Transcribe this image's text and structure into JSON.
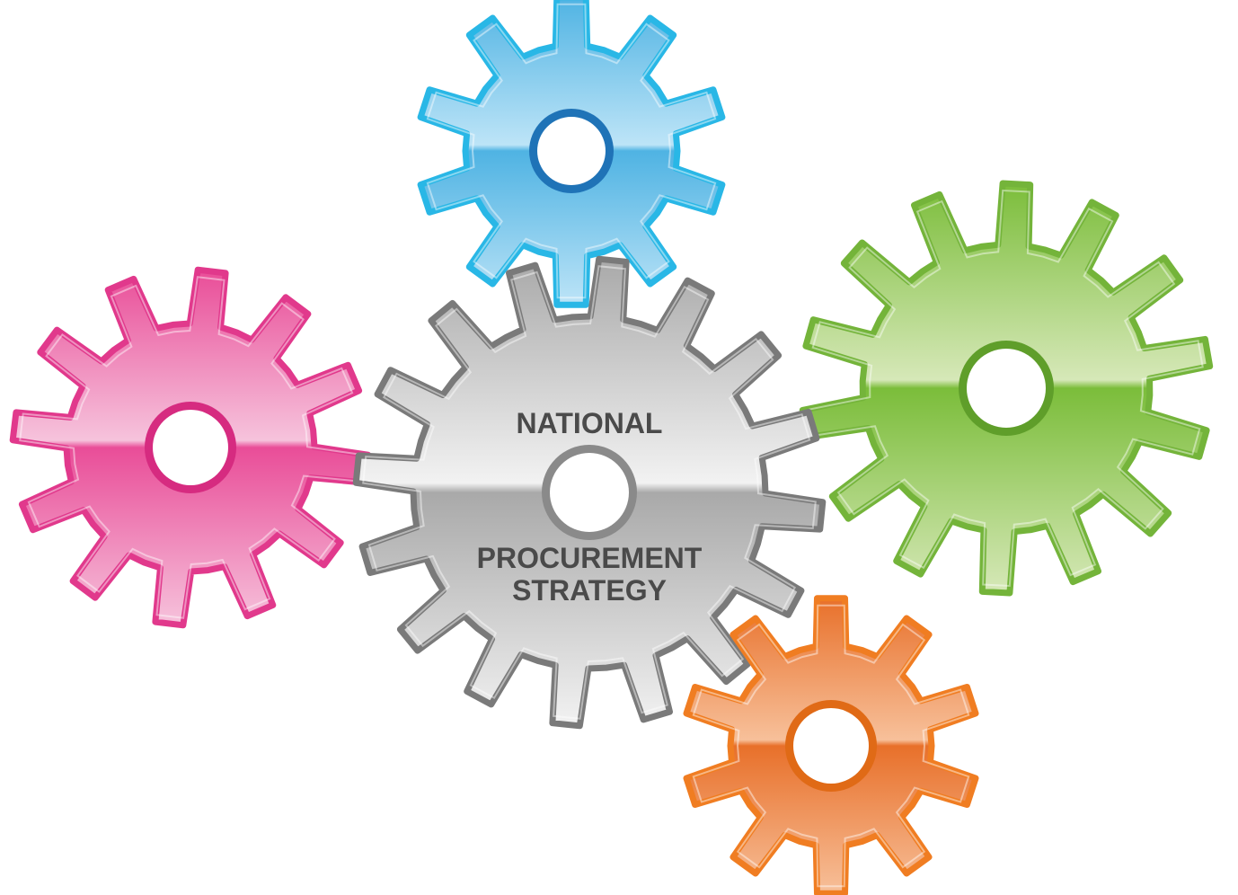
{
  "diagram": {
    "center_gear": {
      "line1": "NATIONAL",
      "line2": "PROCUREMENT",
      "line3": "STRATEGY",
      "teeth": 16,
      "colors": {
        "light": "#f2f2f2",
        "dark": "#a9a9a9",
        "stroke": "#7a7a7a"
      }
    },
    "gears": [
      {
        "name": "blue-gear",
        "teeth": 10,
        "colors": {
          "light": "#bde4f7",
          "dark": "#4fb3e3",
          "stroke": "#29b7e6",
          "hub": "#1f73b7"
        }
      },
      {
        "name": "pink-gear",
        "teeth": 12,
        "colors": {
          "light": "#f6c3dc",
          "dark": "#e94d98",
          "stroke": "#e1398c",
          "hub": "#d62b80"
        }
      },
      {
        "name": "green-gear",
        "teeth": 14,
        "colors": {
          "light": "#d6e8b8",
          "dark": "#7bbd3a",
          "stroke": "#74b43a",
          "hub": "#5f9e2a"
        }
      },
      {
        "name": "orange-gear",
        "teeth": 10,
        "colors": {
          "light": "#f7c09a",
          "dark": "#e8702a",
          "stroke": "#f07d22",
          "hub": "#e06a16"
        }
      }
    ]
  }
}
